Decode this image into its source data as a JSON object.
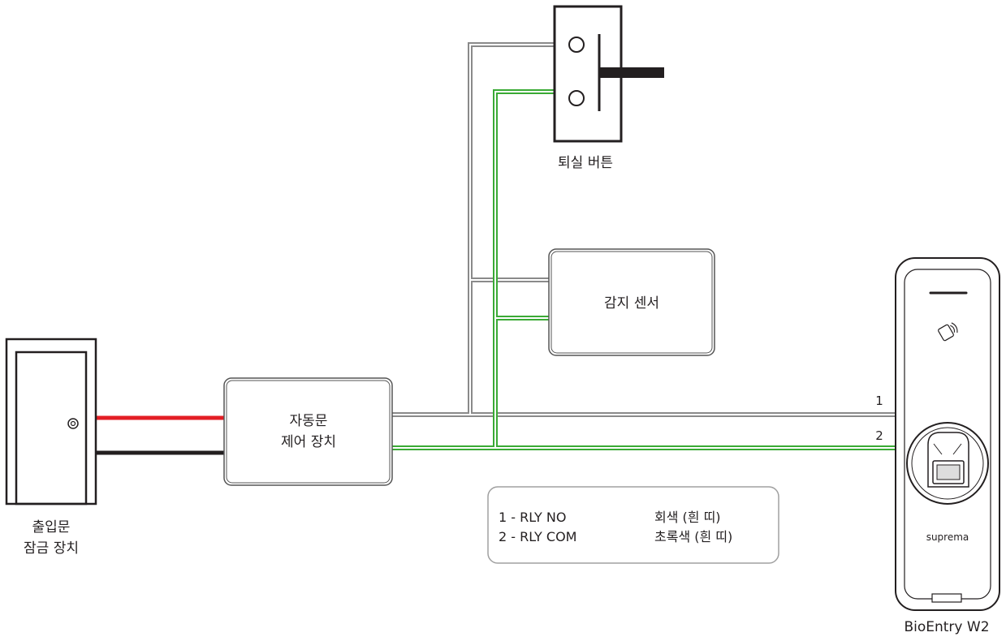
{
  "colors": {
    "gray_wire": "#8a8a8a",
    "green_wire": "#3aaa35",
    "red_wire": "#e31e24",
    "black_wire": "#231f20",
    "outline": "#231f20",
    "box_stroke": "#555555"
  },
  "exit_button": {
    "label": "퇴실 버튼"
  },
  "sensor": {
    "label": "감지 센서"
  },
  "door_controller": {
    "line1": "자동문",
    "line2": "제어 장치"
  },
  "door_lock": {
    "line1": "출입문",
    "line2": "잠금 장치"
  },
  "device": {
    "name": "BioEntry W2",
    "brand": "suprema",
    "icon": "rfid-card-icon"
  },
  "wire_numbers": [
    "1",
    "2"
  ],
  "legend": {
    "rows": [
      {
        "pin": "1 - RLY NO",
        "color": "회색 (흰 띠)"
      },
      {
        "pin": "2 - RLY COM",
        "color": "초록색 (흰 띠)"
      }
    ]
  }
}
